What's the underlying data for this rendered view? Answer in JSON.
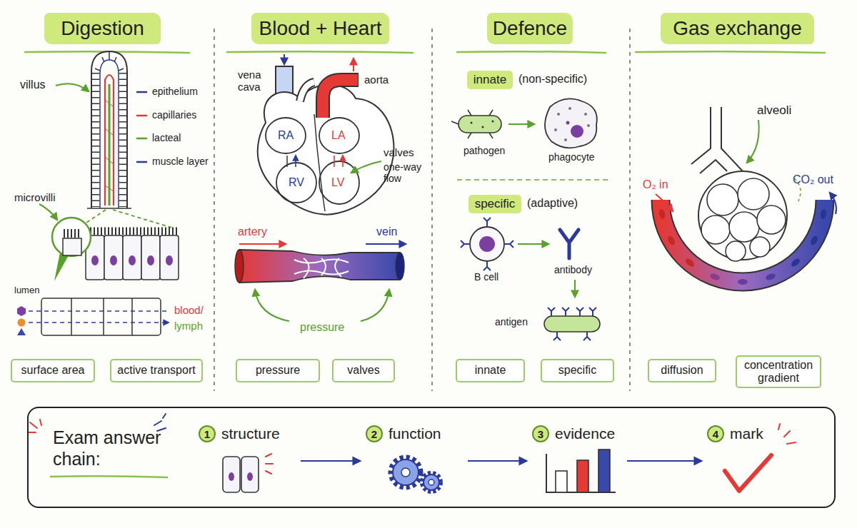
{
  "diagram": {
    "nodes": [
      {
        "text": [
          "Digestion"
        ]
      },
      {
        "text": [
          "Blood + Heart"
        ]
      },
      {
        "text": [
          "Defence"
        ]
      },
      {
        "text": [
          "Gas exchange"
        ]
      },
      {
        "text": [
          "innate"
        ]
      },
      {
        "text": [
          "specific"
        ]
      },
      {
        "text": [
          "surface area"
        ]
      },
      {
        "text": [
          "active transport"
        ]
      },
      {
        "text": [
          "pressure"
        ]
      },
      {
        "text": [
          "valves"
        ]
      },
      {
        "text": [
          "innate"
        ]
      },
      {
        "text": [
          "specific"
        ]
      },
      {
        "text": [
          "diffusion"
        ]
      },
      {
        "text": [
          "concentration gradient"
        ]
      },
      {
        "text": [
          "Exam answer chain:"
        ]
      },
      {
        "text": [
          "1",
          "structure"
        ],
        "in": 14
      },
      {
        "text": [
          "2",
          "function"
        ],
        "in": 14
      },
      {
        "text": [
          "3",
          "evidence"
        ],
        "in": 14
      },
      {
        "text": [
          "4",
          "mark"
        ],
        "in": 14
      }
    ],
    "edges": [
      {
        "from": 15,
        "to": 16,
        "arrow": "to"
      },
      {
        "from": 16,
        "to": 17,
        "arrow": "to"
      },
      {
        "from": 17,
        "to": 18,
        "arrow": "to"
      }
    ],
    "labels": [
      "villus",
      "epithelium",
      "capillaries",
      "lacteal",
      "muscle layer",
      "microvilli",
      "lumen",
      "blood/",
      "lymph",
      "vena cava",
      "aorta",
      "RA",
      "LA",
      "valves",
      "one-way flow",
      "RV",
      "LV",
      "artery",
      "vein",
      "pressure",
      "(non-specific)",
      "pathogen",
      "phagocyte",
      "(adaptive)",
      "B cell",
      "antibody",
      "antigen",
      "alveoli",
      "O₂ in",
      "CO₂ out"
    ]
  }
}
